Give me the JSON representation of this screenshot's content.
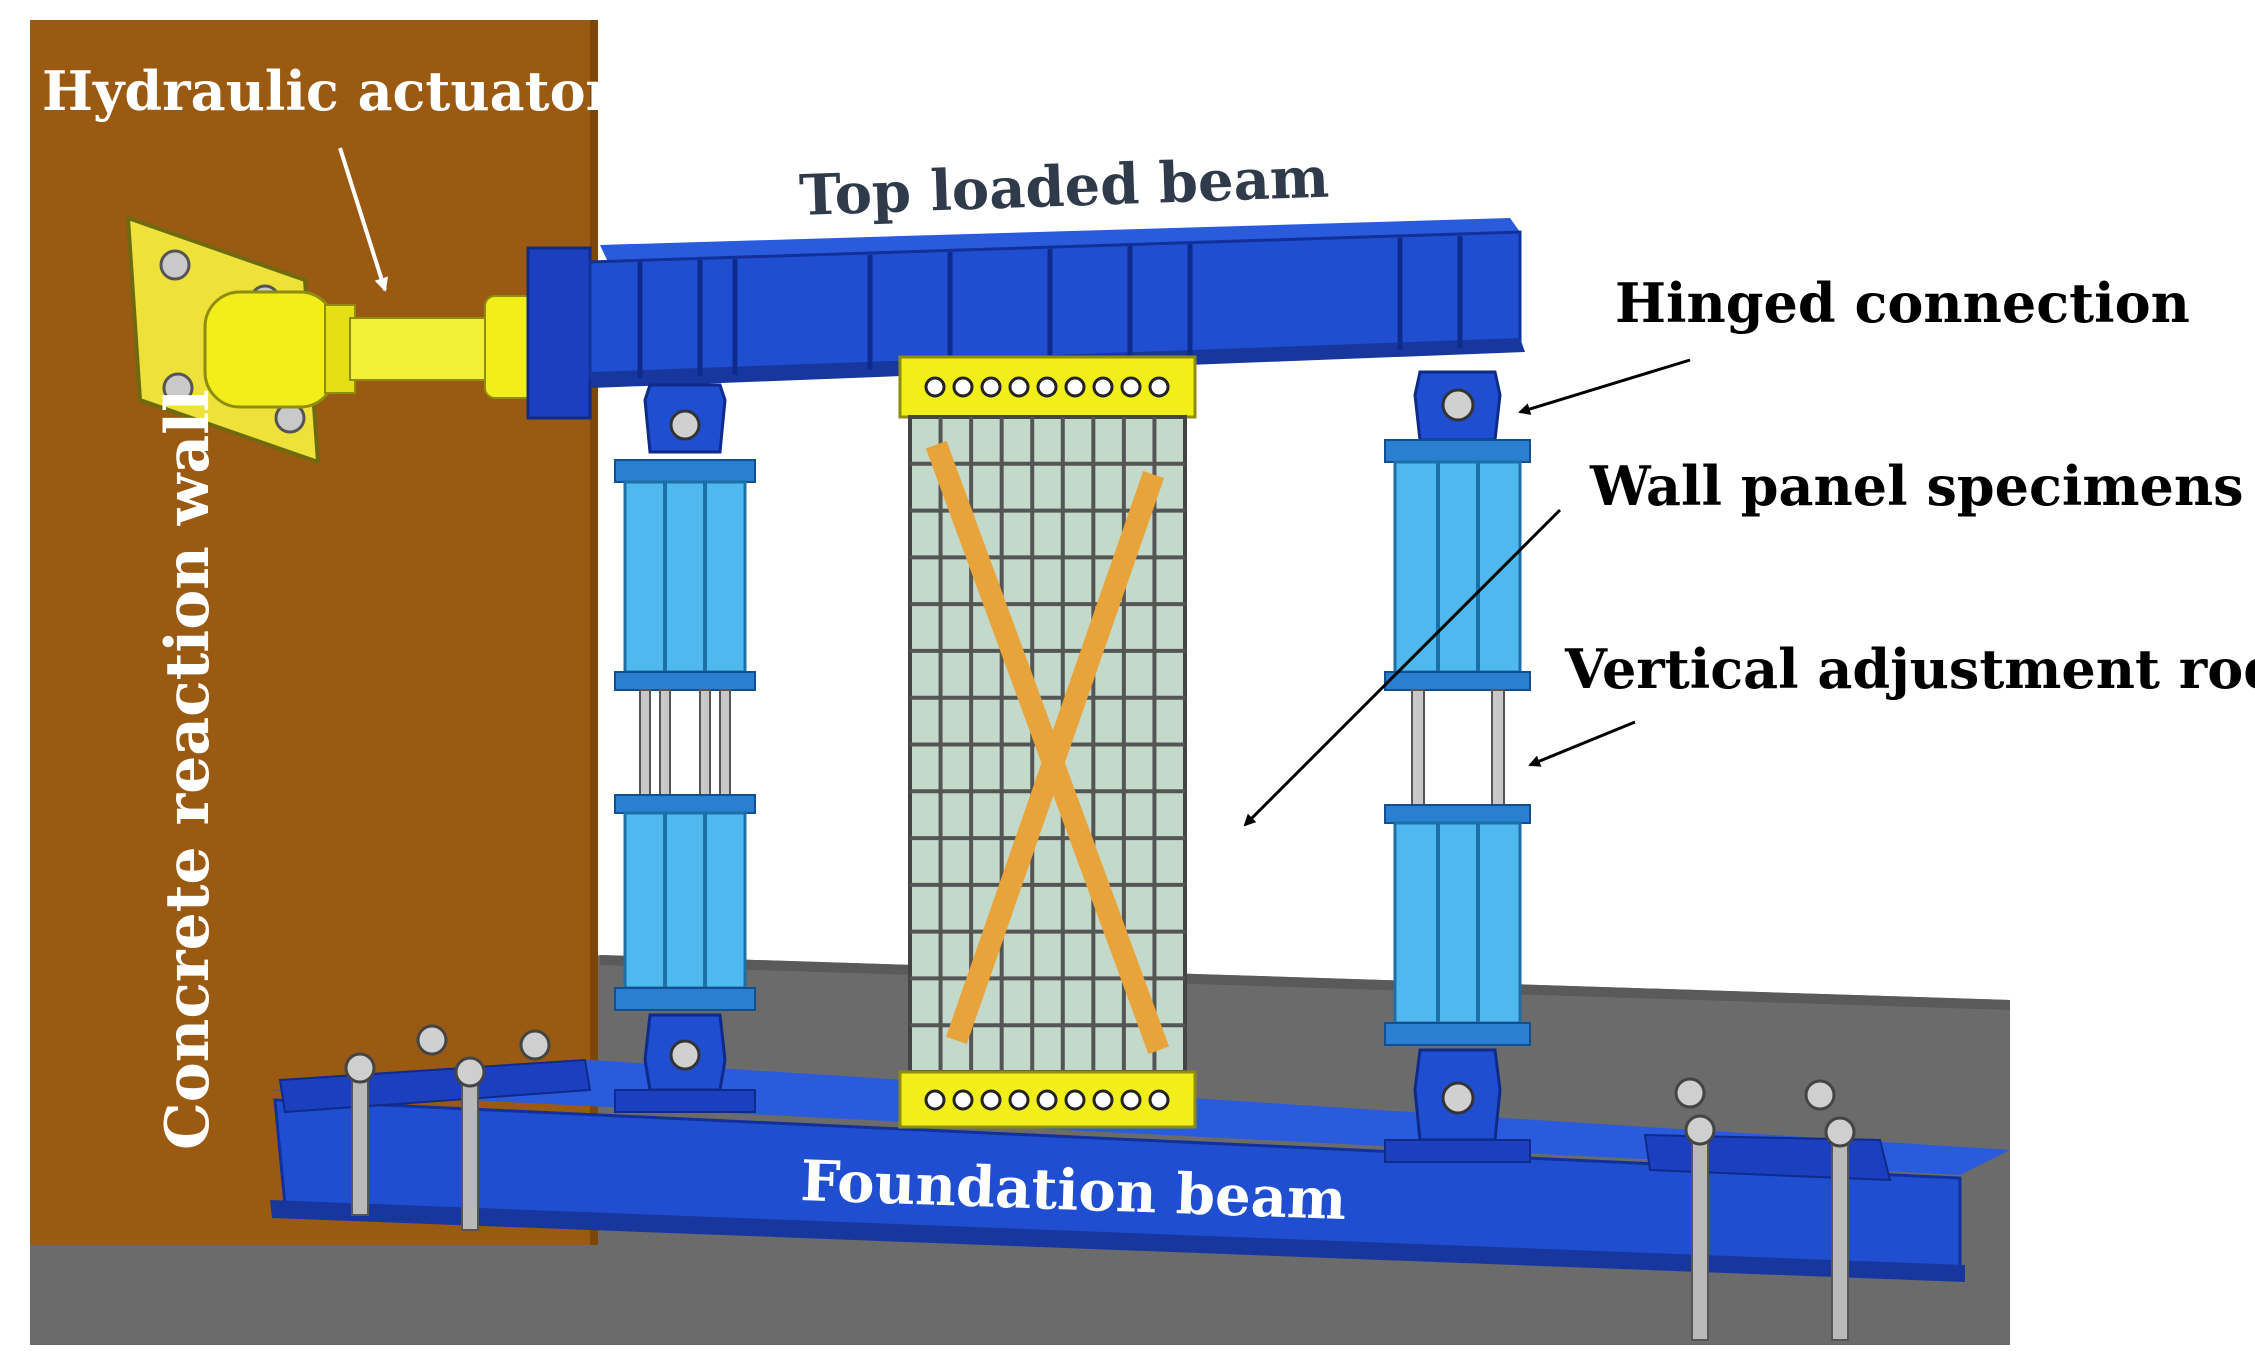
{
  "labels": {
    "hydraulic_actuator": "Hydraulic actuator",
    "top_loaded_beam": "Top loaded beam",
    "hinged_connection": "Hinged connection",
    "wall_panel_specimens": "Wall panel specimens",
    "vertical_adjustment_rod": "Vertical adjustment rod",
    "concrete_reaction_wall": "Concrete reaction wall",
    "foundation_beam": "Foundation beam"
  },
  "colors": {
    "reaction_wall": "#9a5a12",
    "floor": "#6e6e6e",
    "steel_blue": "#1f4fd0",
    "steel_blue_dark": "#12309a",
    "column_light_blue": "#4fb8ee",
    "actuator_yellow": "#f2ee1a",
    "brace_orange": "#e8a33a",
    "label_dark": "#2f3a4a",
    "label_black": "#000000",
    "label_white": "#ffffff"
  }
}
